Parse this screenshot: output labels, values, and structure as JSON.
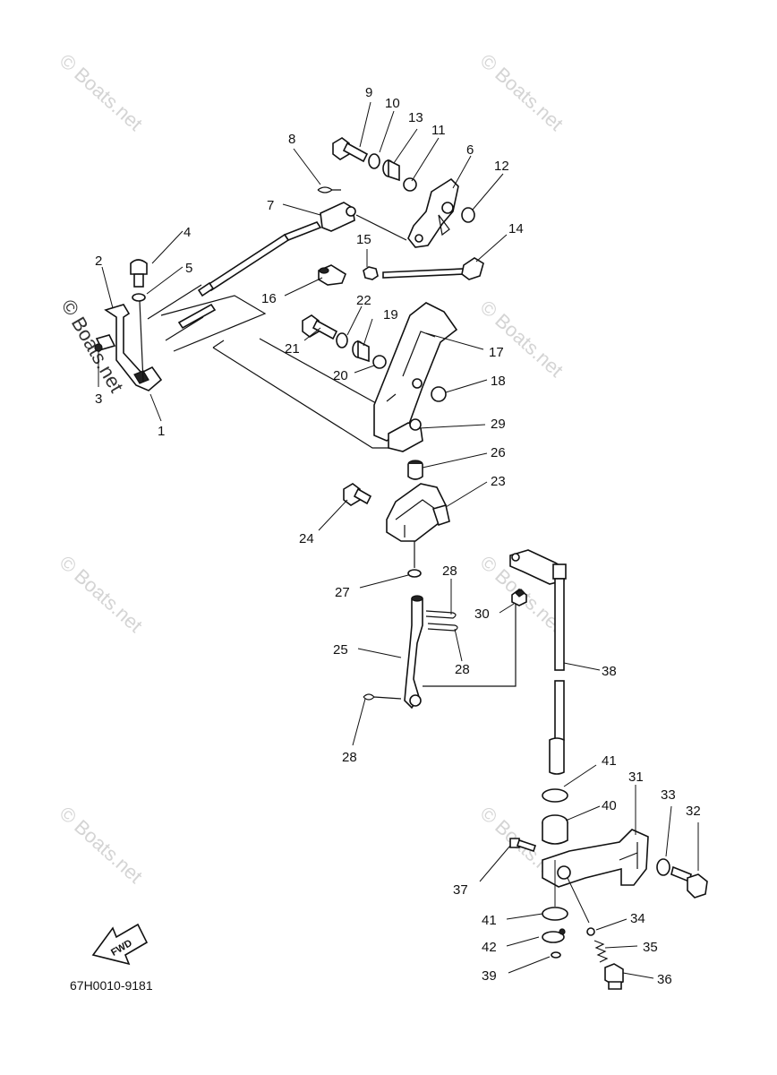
{
  "watermark": "© Boats.net",
  "diagram_code": "67H0010-9181",
  "fwd_label": "FWD",
  "callouts": [
    "1",
    "2",
    "3",
    "4",
    "5",
    "6",
    "7",
    "8",
    "9",
    "10",
    "11",
    "12",
    "13",
    "14",
    "15",
    "16",
    "17",
    "18",
    "19",
    "20",
    "21",
    "22",
    "23",
    "24",
    "25",
    "26",
    "27",
    "28",
    "28",
    "28",
    "29",
    "30",
    "31",
    "32",
    "33",
    "34",
    "35",
    "36",
    "37",
    "38",
    "39",
    "40",
    "41",
    "41",
    "42"
  ]
}
